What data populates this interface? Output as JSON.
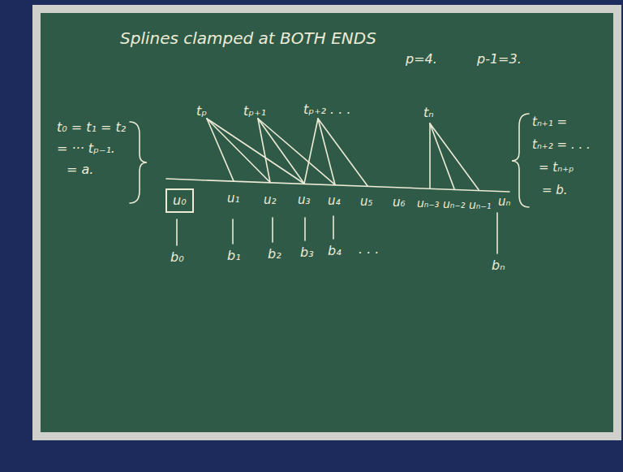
{
  "diagram": {
    "title": "Splines clamped at BOTH ENDS",
    "nodes": [
      {
        "text": [
          "u₀"
        ]
      }
    ],
    "labels": [
      "p=4.",
      "p-1=3.",
      "t₀ = t₁ = t₂",
      "= ··· tₚ₋₁.",
      "= a.",
      "tₚ",
      "tₚ₊₁",
      "tₚ₊₂ . . .",
      "tₙ",
      "u₁",
      "u₂",
      "u₃",
      "u₄",
      "u₅",
      "u₆",
      "uₙ₋₃",
      "uₙ₋₂",
      "uₙ₋₁",
      "uₙ",
      "b₀",
      "b₁",
      "b₂",
      "b₃",
      "b₄",
      ". . .",
      "bₙ",
      "tₙ₊₁ =",
      "tₙ₊₂ = . . .",
      "= tₙ₊ₚ",
      "= b."
    ]
  }
}
